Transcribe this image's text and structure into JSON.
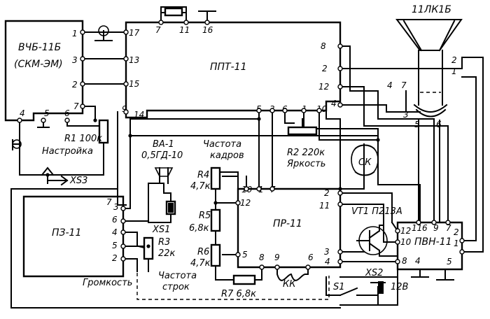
{
  "blocks": {
    "vchb": {
      "name": "ВЧБ-11Б",
      "sub": "(СКМ-ЭМ)",
      "pins": [
        "1",
        "3",
        "2",
        "7",
        "4",
        "5",
        "6"
      ]
    },
    "ppt": {
      "name": "ППТ-11",
      "pins": [
        "17",
        "13",
        "15",
        "9",
        "14",
        "7",
        "11",
        "16",
        "8",
        "2",
        "12",
        "4",
        "5",
        "3",
        "6",
        "1",
        "10"
      ]
    },
    "pz": {
      "name": "ПЗ-11",
      "pins": [
        "7",
        "3",
        "6",
        "4",
        "5",
        "2"
      ]
    },
    "pr": {
      "name": "ПР-11",
      "pins": [
        "10",
        "1",
        "7",
        "12",
        "5",
        "8",
        "9",
        "6",
        "4",
        "3",
        "2",
        "11"
      ]
    },
    "pvn": {
      "name": "ПВН-11",
      "pins": [
        "11",
        "6",
        "9",
        "7",
        "2",
        "1",
        "5",
        "12",
        "10",
        "8",
        "4"
      ]
    }
  },
  "components": {
    "kinescope": {
      "name": "11ЛК1Б",
      "pins": [
        "2",
        "1",
        "4",
        "7",
        "3",
        "5",
        "6"
      ]
    },
    "r1": {
      "ref": "R1",
      "value": "100к",
      "func": "Настройка"
    },
    "r2": {
      "ref": "R2",
      "value": "220к",
      "func": "Яркость"
    },
    "r3": {
      "ref": "R3",
      "value": "22к",
      "func": "Громкость"
    },
    "r4": {
      "ref": "R4",
      "value": "4,7к",
      "func1": "Частота",
      "func2": "кадров"
    },
    "r5": {
      "ref": "R5",
      "value": "6,8к"
    },
    "r6": {
      "ref": "R6",
      "value": "4,7к",
      "func1": "Частота",
      "func2": "строк"
    },
    "r7": {
      "ref": "R7",
      "value": "6,8к"
    },
    "speaker": {
      "ref": "ВА-1",
      "value": "0,5ГД-10"
    },
    "transistor": {
      "ref": "VT1",
      "value": "П213А"
    },
    "xs1": "XS1",
    "xs2": "XS2",
    "xs3": "XS3",
    "s1": "S1",
    "battery": "12В",
    "sk": "СК",
    "kk": "КК"
  }
}
